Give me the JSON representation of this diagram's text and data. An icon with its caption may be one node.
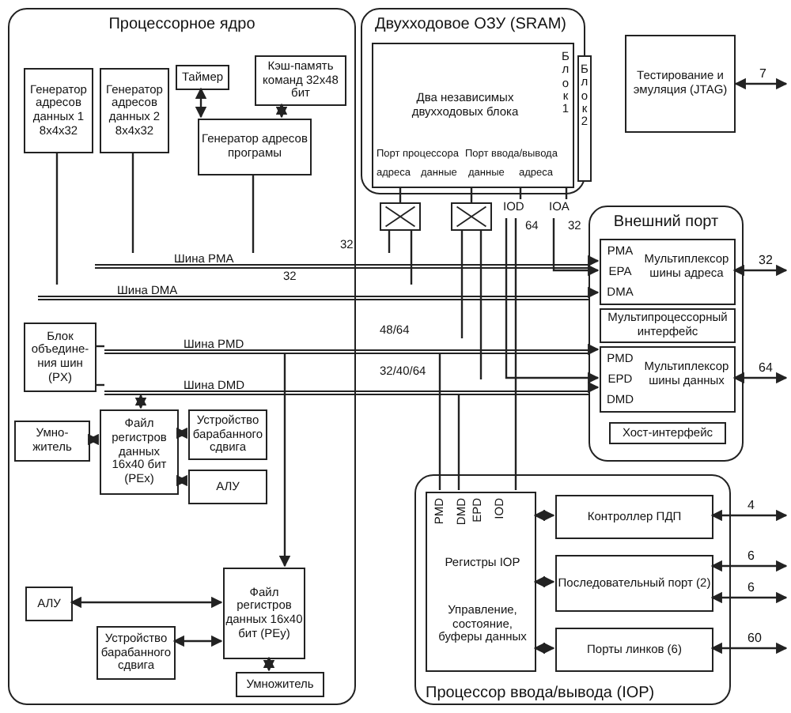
{
  "diagram": {
    "nodes": [
      {
        "text": [
          "Процессорное ядро"
        ]
      },
      {
        "text": [
          "Генератор адресов данных 1 8x4x32"
        ],
        "in": 0
      },
      {
        "text": [
          "Генератор адресов данных 2 8x4x32"
        ],
        "in": 0
      },
      {
        "text": [
          "Таймер"
        ],
        "in": 0
      },
      {
        "text": [
          "Кэш-память команд 32x48 бит"
        ],
        "in": 0
      },
      {
        "text": [
          "Генератор адресов програмы"
        ],
        "in": 0
      },
      {
        "text": [
          "Блок объедине- ния шин (PX)"
        ],
        "in": 0
      },
      {
        "text": [
          "Файл регистров данных 16x40 бит (PEx)"
        ],
        "in": 0
      },
      {
        "text": [
          "Умно- житель"
        ],
        "in": 0
      },
      {
        "text": [
          "Устройство барабанного сдвига"
        ],
        "in": 0
      },
      {
        "text": [
          "АЛУ"
        ],
        "in": 0
      },
      {
        "text": [
          "Файл регистров данных 16x40 бит (PEy)"
        ],
        "in": 0
      },
      {
        "text": [
          "АЛУ"
        ],
        "in": 0
      },
      {
        "text": [
          "Устройство барабанного сдвига"
        ],
        "in": 0
      },
      {
        "text": [
          "Умножитель"
        ],
        "in": 0
      },
      {
        "text": [
          "Двухходовое ОЗУ (SRAM)"
        ]
      },
      {
        "text": [
          "Два независимых двухходовых блока",
          "Блок 1",
          "Порт процессора",
          "адреса",
          "данные",
          "Порт ввода/вывода",
          "данные",
          "адреса"
        ],
        "in": 15
      },
      {
        "text": [
          "Блок 2"
        ],
        "in": 15
      },
      {
        "text": [
          "Тестирование и эмуляция (JTAG)"
        ]
      },
      {
        "text": [
          "Внешний порт"
        ]
      },
      {
        "text": [
          "PMA",
          "EPA",
          "DMA",
          "Мультиплексор шины адреса"
        ],
        "in": 19
      },
      {
        "text": [
          "Мультипроцессорный интерфейс"
        ],
        "in": 19
      },
      {
        "text": [
          "PMD",
          "EPD",
          "DMD",
          "Мультиплексор шины данных"
        ],
        "in": 19
      },
      {
        "text": [
          "Хост-интерфейс"
        ],
        "in": 19
      },
      {
        "text": [
          "Процессор ввода/вывода (IOP)"
        ]
      },
      {
        "text": [
          "PMD",
          "DMD",
          "EPD",
          "IOD",
          "Регистры IOP",
          "Управление, состояние, буферы данных"
        ],
        "in": 24
      },
      {
        "text": [
          "Контроллер ПДП"
        ],
        "in": 24
      },
      {
        "text": [
          "Последовательный порт (2)"
        ],
        "in": 24
      },
      {
        "text": [
          "Порты линков (6)"
        ],
        "in": 24
      },
      {
        "text": [
          "Шина PMA"
        ],
        "beside": [
          "32"
        ]
      },
      {
        "text": [
          "Шина DMA"
        ],
        "beside": [
          "32"
        ]
      },
      {
        "text": [
          "Шина PMD"
        ],
        "beside": [
          "48/64"
        ]
      },
      {
        "text": [
          "Шина DMD"
        ],
        "beside": [
          "32/40/64"
        ]
      },
      {
        "text": [
          "IOD"
        ],
        "beside": [
          "64"
        ]
      },
      {
        "text": [
          "IOA"
        ],
        "beside": [
          "32"
        ]
      },
      {
        "text": [],
        "shape": "box"
      },
      {
        "text": [],
        "shape": "box"
      }
    ],
    "edges": [
      {
        "from": 1,
        "to": 30,
        "arrow": "none"
      },
      {
        "from": 2,
        "to": 29,
        "arrow": "none"
      },
      {
        "from": 5,
        "to": 29,
        "arrow": "none"
      },
      {
        "from": 3,
        "to": 5,
        "arrow": "both"
      },
      {
        "from": 4,
        "to": 5,
        "arrow": "both"
      },
      {
        "from": 6,
        "to": 31,
        "arrow": "none"
      },
      {
        "from": 6,
        "to": 32,
        "arrow": "none"
      },
      {
        "from": 7,
        "to": 32,
        "arrow": "both"
      },
      {
        "from": 7,
        "to": 8,
        "arrow": "both"
      },
      {
        "from": 7,
        "to": 9,
        "arrow": "both"
      },
      {
        "from": 7,
        "to": 10,
        "arrow": "both"
      },
      {
        "from": 31,
        "to": 11,
        "arrow": "to"
      },
      {
        "from": 11,
        "to": 12,
        "arrow": "both"
      },
      {
        "from": 11,
        "to": 13,
        "arrow": "both"
      },
      {
        "from": 11,
        "to": 14,
        "arrow": "both"
      },
      {
        "from": 29,
        "to": 35,
        "arrow": "none"
      },
      {
        "from": 30,
        "to": 35,
        "arrow": "none"
      },
      {
        "from": 35,
        "to": 16,
        "arrow": "none"
      },
      {
        "from": 31,
        "to": 36,
        "arrow": "none"
      },
      {
        "from": 32,
        "to": 36,
        "arrow": "none"
      },
      {
        "from": 36,
        "to": 16,
        "arrow": "none"
      },
      {
        "from": 33,
        "to": 16,
        "arrow": "none"
      },
      {
        "from": 34,
        "to": 16,
        "arrow": "none"
      },
      {
        "from": 29,
        "to": 20,
        "arrow": "to"
      },
      {
        "from": 30,
        "to": 20,
        "arrow": "to"
      },
      {
        "from": 34,
        "to": 20,
        "arrow": "to"
      },
      {
        "from": 31,
        "to": 22,
        "arrow": "to"
      },
      {
        "from": 32,
        "to": 22,
        "arrow": "to"
      },
      {
        "from": 33,
        "to": 22,
        "arrow": "to"
      },
      {
        "from": 31,
        "to": 25,
        "arrow": "none"
      },
      {
        "from": 32,
        "to": 25,
        "arrow": "none"
      },
      {
        "from": 33,
        "to": 25,
        "arrow": "none"
      },
      {
        "from": 25,
        "to": 26,
        "arrow": "both"
      },
      {
        "from": 25,
        "to": 27,
        "arrow": "both"
      },
      {
        "from": 25,
        "to": 28,
        "arrow": "both"
      },
      {
        "from": 18,
        "to": null,
        "arrow": "both",
        "label": "7"
      },
      {
        "from": 20,
        "to": null,
        "arrow": "both",
        "label": "32"
      },
      {
        "from": 22,
        "to": null,
        "arrow": "both",
        "label": "64"
      },
      {
        "from": 26,
        "to": null,
        "arrow": "both",
        "label": "4"
      },
      {
        "from": 27,
        "to": null,
        "arrow": "both",
        "label": "6"
      },
      {
        "from": 27,
        "to": null,
        "arrow": "both",
        "label": "6"
      },
      {
        "from": 28,
        "to": null,
        "arrow": "both",
        "label": "60"
      }
    ]
  }
}
